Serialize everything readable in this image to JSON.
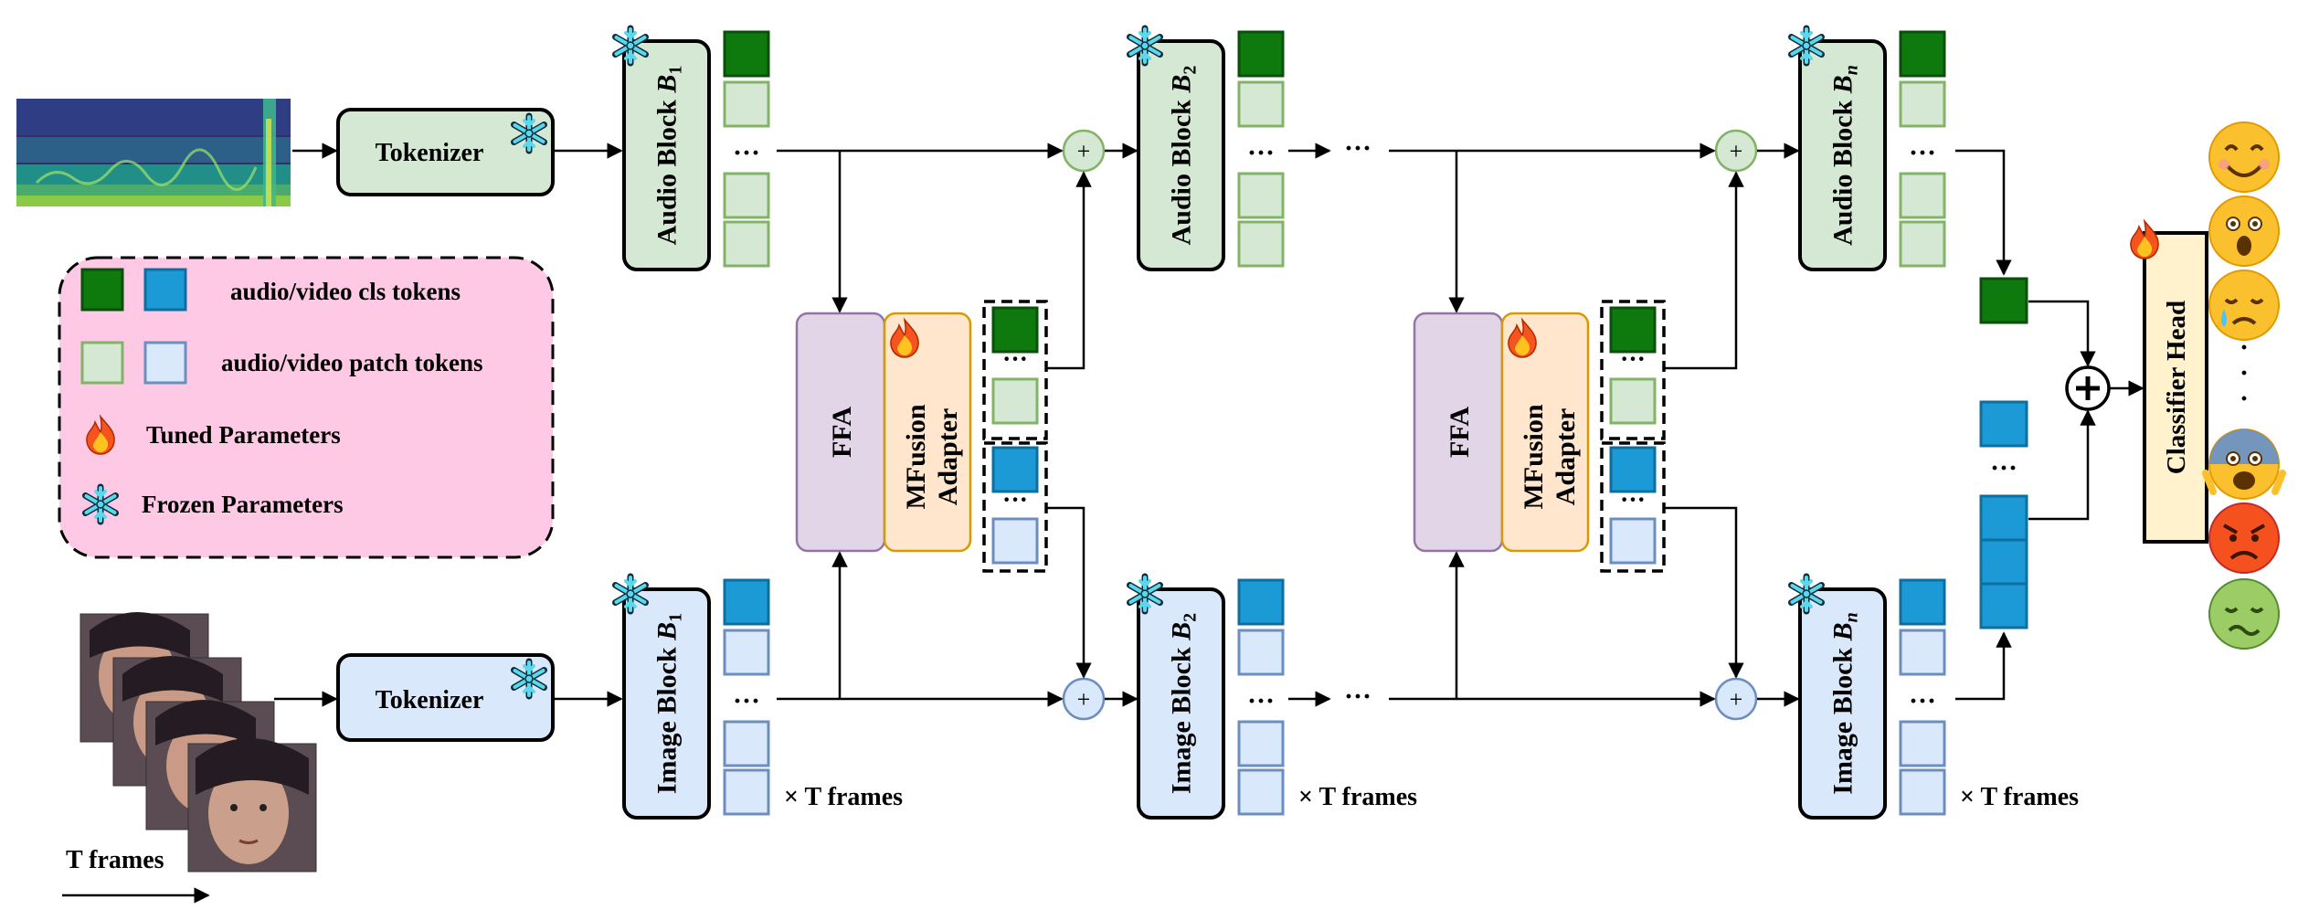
{
  "colors": {
    "audio_cls": "#0e7a0e",
    "audio_cls_border": "#0a4f0a",
    "audio_patch": "#d5e8d4",
    "audio_patch_border": "#82b366",
    "video_cls": "#1b9ad6",
    "video_cls_border": "#0f6ea0",
    "video_patch": "#dae8fc",
    "video_patch_border": "#6c8ebf",
    "ffa_fill": "#e1d5e7",
    "ffa_border": "#9673a6",
    "adapter_fill": "#ffe6cc",
    "adapter_border": "#d79b00",
    "legend_fill": "#fdc9e4",
    "classifier_fill": "#fff2cc"
  },
  "inputs": {
    "spectrogram_icon": "audio-spectrogram",
    "face_frames_icon": "face-frames",
    "frames_label": "T frames"
  },
  "tokenizers": {
    "audio_label": "Tokenizer",
    "image_label": "Tokenizer"
  },
  "blocks": {
    "audio_1_text": "Audio Block ",
    "audio_1_var": "B",
    "audio_1_sub": "1",
    "audio_2_text": "Audio Block ",
    "audio_2_var": "B",
    "audio_2_sub": "2",
    "audio_n_text": "Audio Block ",
    "audio_n_var": "B",
    "audio_n_sub": "n",
    "image_1_text": "Image Block ",
    "image_1_var": "B",
    "image_1_sub": "1",
    "image_2_text": "Image Block ",
    "image_2_var": "B",
    "image_2_sub": "2",
    "image_n_text": "Image Block ",
    "image_n_var": "B",
    "image_n_sub": "n"
  },
  "fusion": {
    "ffa_label": "FFA",
    "adapter_line1": "MFusion",
    "adapter_line2": "Adapter"
  },
  "frames_note": "× T frames",
  "ellipsis": "···",
  "plus_symbol": "+",
  "classifier": {
    "label": "Classifier Head",
    "emotion_icons": [
      "smiling-face",
      "astonished-face",
      "crying-face",
      "fearful-face",
      "angry-face",
      "nauseated-face"
    ],
    "vertical_dots": "·\n·\n·"
  },
  "legend": {
    "cls_tokens": "audio/video cls tokens",
    "patch_tokens": "audio/video patch tokens",
    "tuned": "Tuned Parameters",
    "frozen": "Frozen Parameters"
  }
}
